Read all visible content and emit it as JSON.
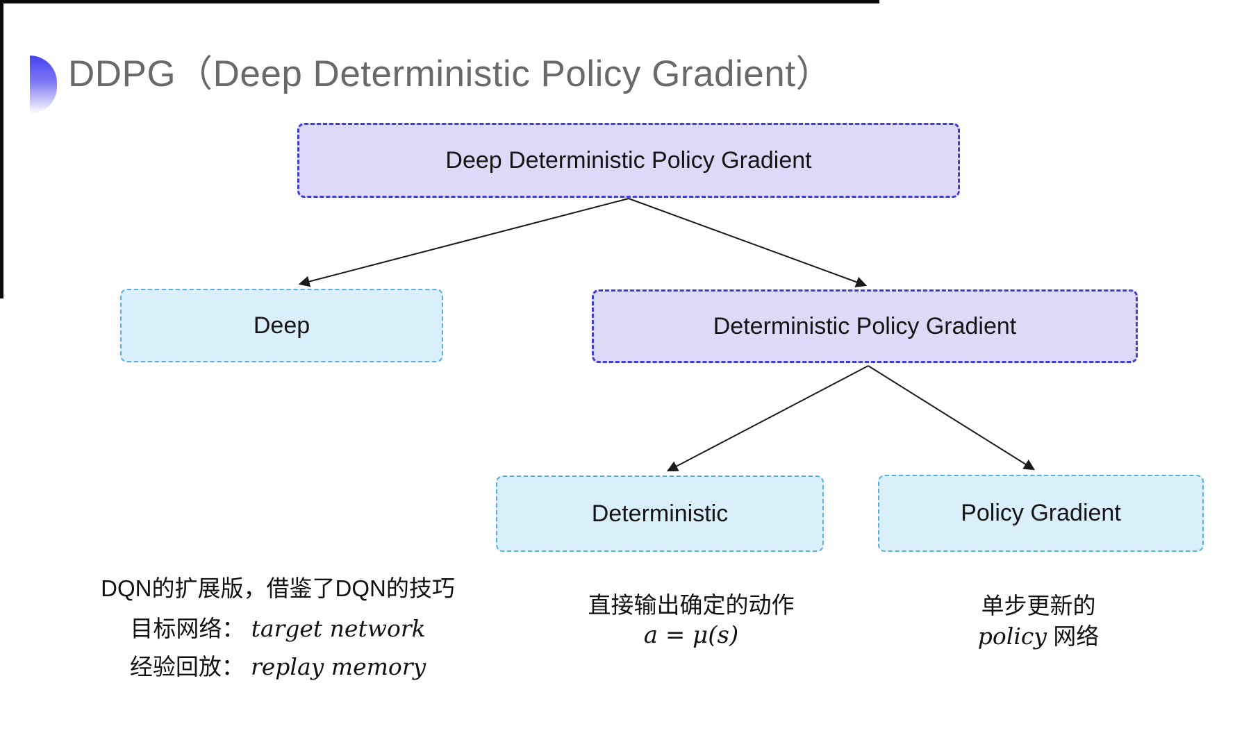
{
  "slide": {
    "title": "DDPG（Deep Deterministic Policy Gradient）"
  },
  "tree": {
    "root": {
      "label": "Deep Deterministic Policy Gradient"
    },
    "deep": {
      "label": "Deep"
    },
    "dpg": {
      "label": "Deterministic Policy Gradient"
    },
    "deterministic": {
      "label": "Deterministic"
    },
    "policy_gradient": {
      "label": "Policy Gradient"
    }
  },
  "notes": {
    "deep": {
      "line1": "DQN的扩展版，借鉴了DQN的技巧",
      "target_label": "目标网络：",
      "target_term": "target network",
      "replay_label": "经验回放：",
      "replay_term": "replay memory"
    },
    "deterministic": {
      "line1": "直接输出确定的动作",
      "equation": "a = μ(s)"
    },
    "policy_gradient": {
      "line1": "单步更新的",
      "term": "policy",
      "suffix": " 网络"
    }
  },
  "colors": {
    "purple_fill": "#DED9F7",
    "purple_border": "#3E3ED0",
    "cyan_fill": "#D9F0FB",
    "cyan_border": "#58AEDD",
    "title_gray": "#696969",
    "arrow_black": "#1A1A1A",
    "accent_blue": "#4643EE"
  }
}
